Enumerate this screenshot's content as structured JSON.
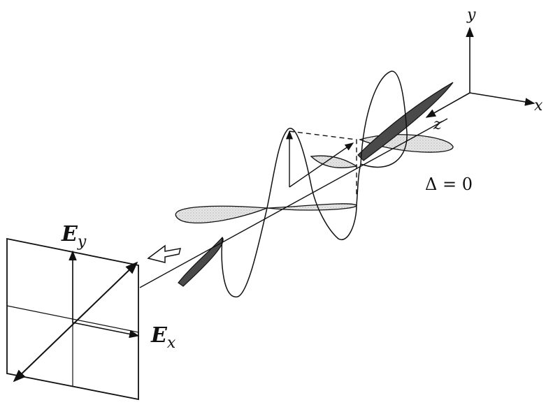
{
  "axes": {
    "y_label": "y",
    "x_label": "x",
    "z_label": "z"
  },
  "phase": {
    "label": "Δ = 0"
  },
  "projection": {
    "ey_main": "E",
    "ey_sub": "y",
    "ex_main": "E",
    "ex_sub": "x"
  },
  "colors": {
    "ink": "#111111",
    "shade": "#dcdcdc",
    "shade_dark": "#555555",
    "background": "#ffffff"
  },
  "icons": {
    "propagation": "arrow-left-icon"
  }
}
